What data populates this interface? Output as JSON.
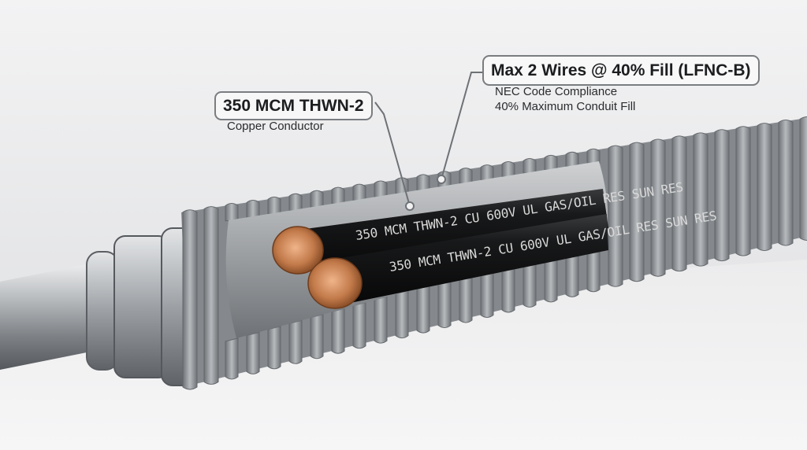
{
  "callouts": {
    "conductor": {
      "title": "350 MCM THWN-2",
      "subtitle": "Copper Conductor"
    },
    "fill": {
      "title": "Max 2 Wires @ 40% Fill (LFNC-B)",
      "lines": [
        "NEC Code Compliance",
        "40% Maximum Conduit Fill"
      ]
    }
  },
  "cables": [
    {
      "print": "350 MCM THWN-2 CU 600V UL GAS/OIL RES SUN RES"
    },
    {
      "print": "350 MCM THWN-2 CU 600V UL GAS/OIL RES SUN RES"
    }
  ],
  "colors": {
    "background": "#e9eaeb",
    "conduit_gray": "#8e9296",
    "copper": "#c27a4a",
    "cable_jacket": "#151516"
  }
}
